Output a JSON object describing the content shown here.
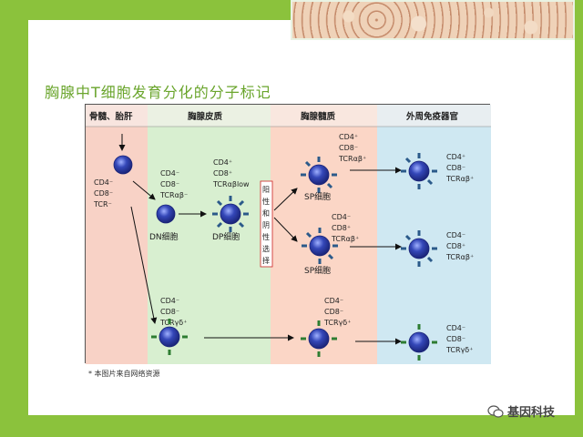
{
  "slide": {
    "title": "胸腺中T细胞发育分化的分子标记",
    "footnote": "* 本图片来自网络资源",
    "watermark": "基因科技"
  },
  "diagram": {
    "sections": [
      {
        "label": "骨髓、胎肝",
        "color": "#f8d2c6"
      },
      {
        "label": "胸腺皮质",
        "color": "#d8efd0"
      },
      {
        "label": "胸腺髓质",
        "color": "#fbd6c6"
      },
      {
        "label": "外周免疫器官",
        "color": "#cfe8f2"
      }
    ],
    "header_color": "#f8f2f0",
    "cells": {
      "progenitor": {
        "markers": [
          "CD4⁻",
          "CD8⁻",
          "TCR⁻"
        ]
      },
      "dn": {
        "markers": [
          "CD4⁻",
          "CD8⁻",
          "TCRαβ⁻"
        ],
        "name": "DN细胞"
      },
      "dp": {
        "markers": [
          "CD4⁺",
          "CD8⁺",
          "TCRαβlow"
        ],
        "name": "DP细胞"
      },
      "sp_cd4": {
        "markers": [
          "CD4⁺",
          "CD8⁻",
          "TCRαβ⁺"
        ],
        "name": "SP细胞"
      },
      "sp_cd8": {
        "markers": [
          "CD4⁻",
          "CD8⁺",
          "TCRαβ⁺"
        ],
        "name": "SP细胞"
      },
      "periph_cd4": {
        "markers": [
          "CD4⁺",
          "CD8⁻",
          "TCRαβ⁺"
        ]
      },
      "periph_cd8": {
        "markers": [
          "CD4⁻",
          "CD8⁺",
          "TCRαβ⁺"
        ]
      },
      "gd_early": {
        "markers": [
          "CD4⁻",
          "CD8⁻",
          "TCRγδ⁺"
        ]
      },
      "gd_medulla": {
        "markers": [
          "CD4⁻",
          "CD8⁻",
          "TCRγδ⁺"
        ]
      },
      "gd_periph": {
        "markers": [
          "CD4⁻",
          "CD8⁻",
          "TCRγδ⁺"
        ]
      }
    },
    "selection_label": "阳性和阴性选择",
    "selection_chars": [
      "阳",
      "性",
      "和",
      "阴",
      "性",
      "选",
      "择"
    ],
    "cell_color": "#2e3fa8",
    "marker_color": "#2b5a8a",
    "gd_marker_color": "#2e7d32"
  }
}
